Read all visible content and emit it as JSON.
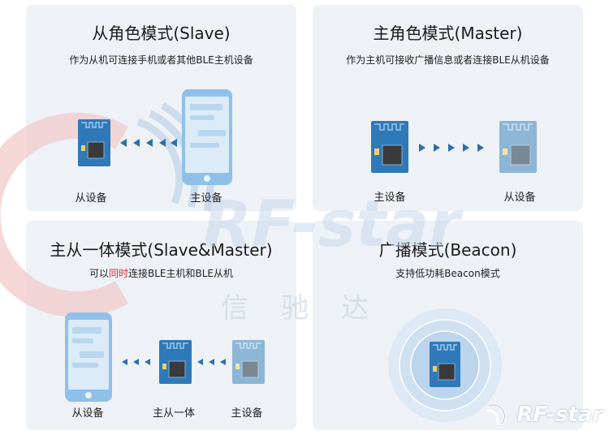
{
  "panels": {
    "slave": {
      "title": "从角色模式(Slave)",
      "subtitle": "作为从机可连接手机或者其他BLE主机设备",
      "module_label": "从设备",
      "phone_label": "主设备"
    },
    "master": {
      "title": "主角色模式(Master)",
      "subtitle": "作为主机可接收广播信息或者连接BLE从机设备",
      "left_label": "主设备",
      "right_label": "从设备"
    },
    "dual": {
      "title": "主从一体模式(Slave&Master)",
      "subtitle_pre": "可以",
      "subtitle_highlight": "同时",
      "subtitle_post": "连接BLE主机和BLE从机",
      "phone_label": "从设备",
      "middle_label": "主从一体",
      "right_label": "主设备"
    },
    "beacon": {
      "title": "广播模式(Beacon)",
      "subtitle": "支持低功耗Beacon模式"
    }
  },
  "watermark": {
    "brand": "RF-star",
    "cn": "信驰达"
  },
  "colors": {
    "panel_bg": "#eef2f7",
    "module_blue": "#2f79b9",
    "module_pale": "#8db6d6",
    "arrow": "#2f6ea8",
    "highlight": "#e0282e"
  }
}
